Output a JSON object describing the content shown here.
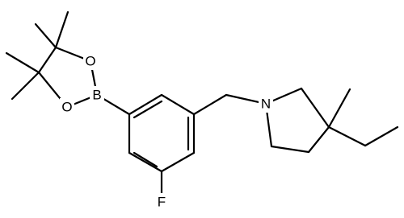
{
  "molecule": {
    "atoms": {
      "boron": "B",
      "oxygen_upper": "O",
      "oxygen_lower": "O",
      "nitrogen": "N",
      "fluorine": "F"
    },
    "colors": {
      "bond": "#000000",
      "label": "#000000",
      "background": "#ffffff"
    }
  }
}
